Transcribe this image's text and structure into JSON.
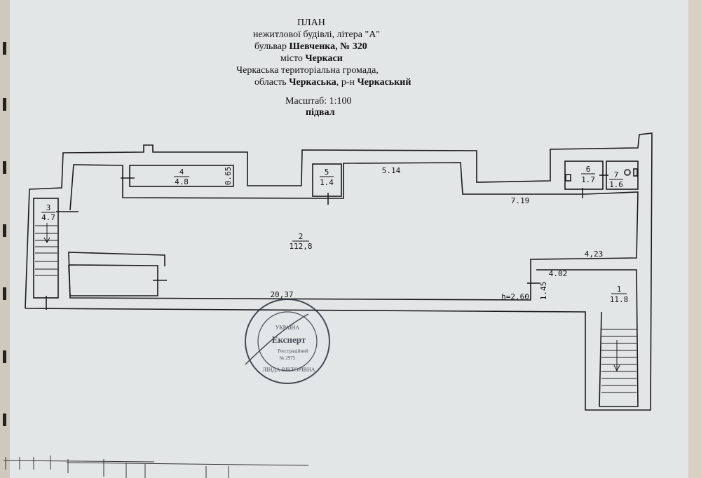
{
  "header": {
    "title": "ПЛАН",
    "line1": "нежитлової будівлі, літера \"А\"",
    "line2_prefix": "бульвар",
    "line2_bold": "Шевченка, № 320",
    "line3_prefix": "місто",
    "line3_bold": "Черкаси",
    "line4": "Черкаська  територіальна  громада,",
    "line5_prefix": "область",
    "line5_bold1": "Черкаська",
    "line5_mid": ", р-н",
    "line5_bold2": "Черкаський",
    "scale": "Масштаб: 1:100",
    "floor": "підвал"
  },
  "rooms": [
    {
      "number": "1",
      "area": "11.8"
    },
    {
      "number": "2",
      "area": "112,8"
    },
    {
      "number": "3",
      "area": "4.7"
    },
    {
      "number": "4",
      "area": "4.8"
    },
    {
      "number": "5",
      "area": "1.4"
    },
    {
      "number": "6",
      "area": "1.7"
    },
    {
      "number": "7",
      "area": "1.6"
    }
  ],
  "dimensions": {
    "d_065": "0.65",
    "d_514": "5.14",
    "d_719": "7.19",
    "d_423": "4,23",
    "d_402": "4.02",
    "d_145": "1.45",
    "d_2037": "20,37",
    "height": "h=2.60"
  },
  "stamp": {
    "center": "Експерт",
    "top": "УКРАЇНА",
    "reg": "Реєстраційний",
    "number": "№ 2975",
    "name": "ЛІНДА ВІКТОРІВНА"
  },
  "colors": {
    "paper": "#e3e6e7",
    "ink": "#111111",
    "stamp": "#2a2f3a"
  }
}
